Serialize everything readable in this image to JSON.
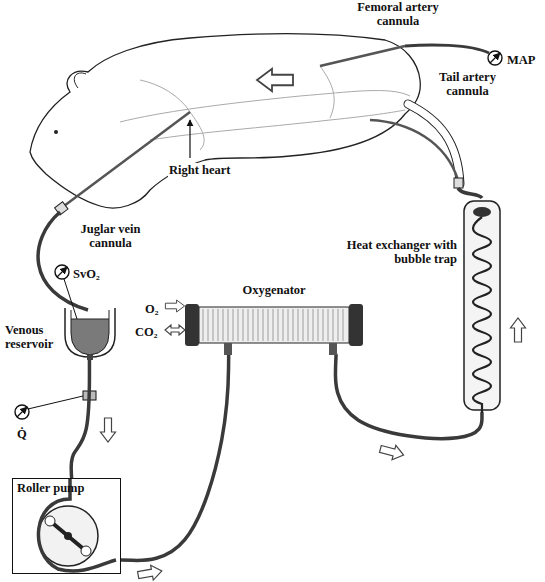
{
  "diagram": {
    "nodes": [
      {
        "text": [
          "Venous reservoir"
        ]
      },
      {
        "text": [
          "Roller pump"
        ]
      },
      {
        "text": [
          "Oxygenator"
        ]
      },
      {
        "text": [
          "Heat exchanger with bubble trap"
        ]
      }
    ],
    "edges": [
      {
        "from": 0,
        "to": 1,
        "arrow": "none"
      },
      {
        "from": 1,
        "to": 2,
        "arrow": "none"
      },
      {
        "from": 2,
        "to": 3,
        "arrow": "none"
      }
    ],
    "labels": [
      "Femoral artery cannula",
      "MAP",
      "Tail artery cannula",
      "Juglar vein cannula",
      "Right heart",
      "SvO₂",
      "Q̇",
      "O₂",
      "CO₂"
    ]
  }
}
